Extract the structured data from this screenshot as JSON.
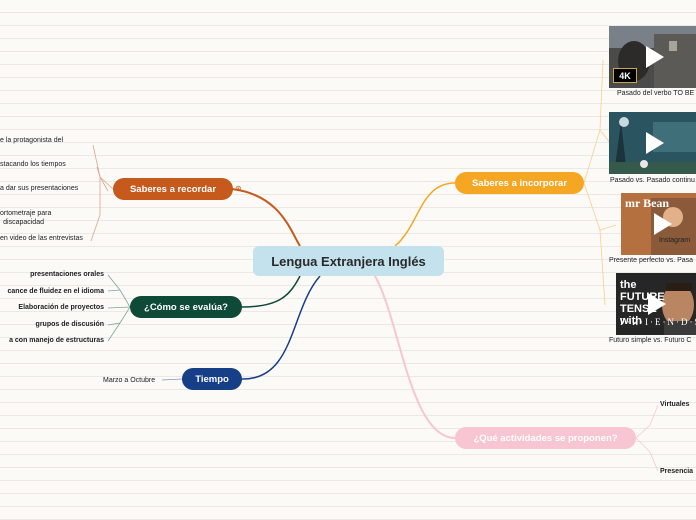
{
  "central": {
    "title": "Lengua Extranjera Inglés"
  },
  "branches": {
    "recordar": {
      "label": "Saberes a recordar",
      "color": "#c55a1c",
      "items": [
        "e la protagonista del",
        "stacando los tiempos",
        "a dar sus presentaciones",
        "ortometraje para",
        "discapacidad",
        "en video de las entrevistas"
      ]
    },
    "evalua": {
      "label": "¿Cómo se evalúa?",
      "color": "#0e4a37",
      "items": [
        "presentaciones orales",
        "cance de fluidez en el idioma",
        "Elaboración de proyectos",
        "grupos de discusión",
        "a con manejo de estructuras"
      ]
    },
    "tiempo": {
      "label": "Tiempo",
      "color": "#163f87",
      "items": [
        "Marzo a Octubre"
      ]
    },
    "incorporar": {
      "label": "Saberes a incorporar",
      "color": "#f5a623",
      "videos": [
        {
          "caption": "Pasado del verbo TO BE",
          "badge": "4K",
          "icon": "play-icon"
        },
        {
          "caption": "Pasado vs. Pasado continu",
          "icon": "play-icon"
        },
        {
          "caption": "Presente perfecto vs. Pasa",
          "thumb_title": "mr Bean",
          "thumb_text": "Instagram",
          "icon": "play-icon"
        },
        {
          "caption": "Futuro simple vs. Futuro C",
          "thumb_title": "the FUTURE TENSE with",
          "thumb_sub": "F·R·I·E·N·D·S",
          "icon": "play-icon"
        }
      ]
    },
    "actividades": {
      "label": "¿Qué actividades se proponen?",
      "color": "#f7c6d2",
      "items": [
        "Virtuales",
        "Presencia"
      ]
    }
  }
}
